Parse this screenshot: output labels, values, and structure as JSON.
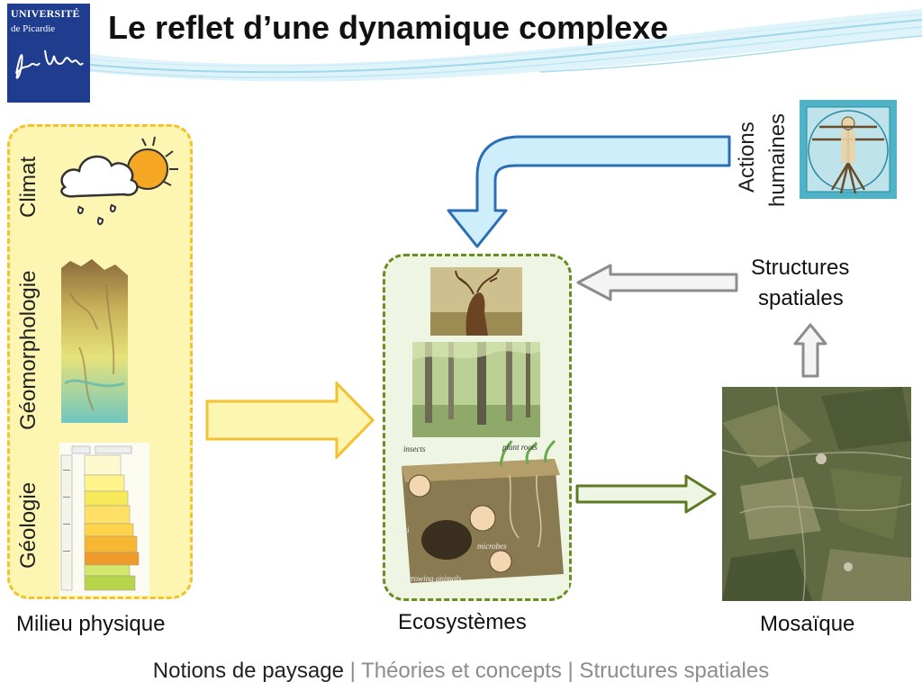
{
  "logo": {
    "line1": "UNIVERSITÉ",
    "line2": "de Picardie",
    "brand_color": "#1f3c8f"
  },
  "title": "Le reflet d’une dynamique complexe",
  "left_panel": {
    "labels": [
      "Climat",
      "Géomorphologie",
      "Géologie"
    ],
    "caption": "Milieu physique"
  },
  "ecosystems": {
    "caption": "Ecosystèmes",
    "soil_labels": [
      "insects",
      "plant roots",
      "fungi",
      "microbes",
      "burrowing animals"
    ]
  },
  "human_actions": {
    "label_line1": "Actions",
    "label_line2": "humaines"
  },
  "spatial_structures": {
    "line1": "Structures",
    "line2": "spatiales"
  },
  "mosaic": {
    "caption": "Mosaïque"
  },
  "footer": {
    "part1": "Notions de paysage",
    "part2": " | Théories et concepts | Structures spatiales"
  },
  "colors": {
    "yellow_panel": "#fdf6b2",
    "yellow_border": "#f1c232",
    "green_border": "#6b8e23",
    "blue_arrow": "#cfeefc",
    "blue_arrow_border": "#2a6fb5"
  }
}
